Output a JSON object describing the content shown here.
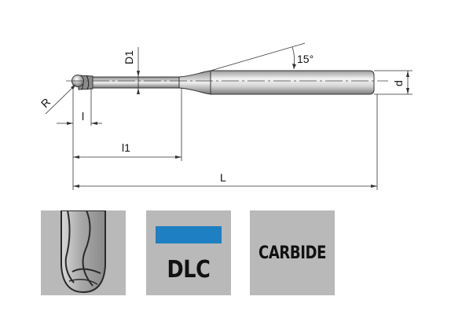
{
  "dimensions": {
    "angle": "15°",
    "D1": "D1",
    "d": "d",
    "R": "R",
    "l": "l",
    "l1": "l1",
    "L": "L"
  },
  "badges": {
    "coating": {
      "label": "DLC",
      "bar_color": "#1e7fc2"
    },
    "material": {
      "label": "CARBIDE"
    }
  },
  "colors": {
    "tile_background": "#b9b9b9",
    "line": "#222222"
  }
}
